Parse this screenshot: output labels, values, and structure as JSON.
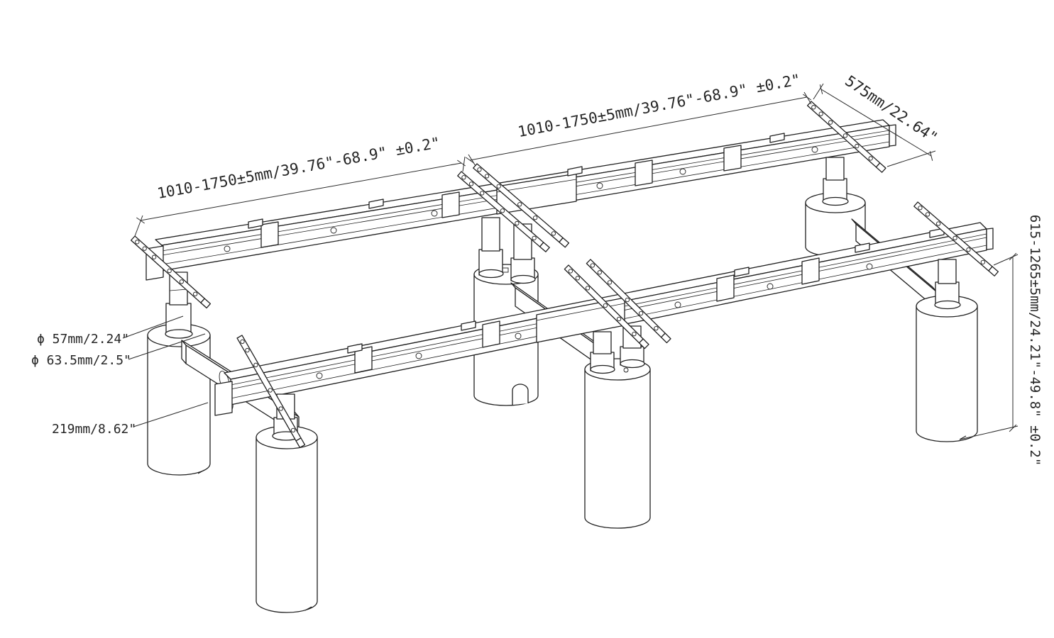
{
  "page": {
    "background": "#ffffff"
  },
  "drawing": {
    "type": "isometric technical drawing of quad back-to-back standing desk frame",
    "line_color": "#1f1f1f",
    "text_color": "#262626",
    "dimensions": {
      "length_left_segment": "1010-1750±5mm/39.76\"-68.9\" ±0.2\"",
      "length_right_segment": "1010-1750±5mm/39.76\"-68.9\" ±0.2\"",
      "depth": "575mm/22.64\"",
      "height_range": "615-1265±5mm/24.21\"-49.8\" ±0.2\"",
      "upper_column_diameter": "ϕ 57mm/2.24\"",
      "lower_column_diameter": "ϕ 63.5mm/2.5\"",
      "foot_diameter": "219mm/8.62\""
    }
  }
}
